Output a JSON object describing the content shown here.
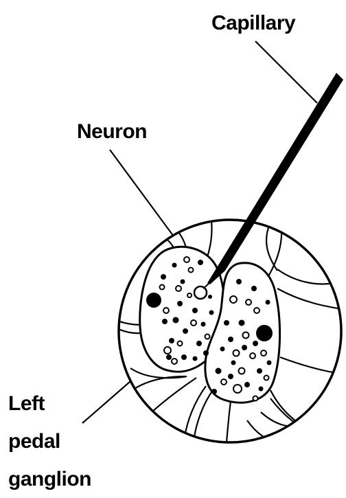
{
  "labels": {
    "capillary": "Capillary",
    "neuron": "Neuron",
    "ganglion": [
      "Left",
      "pedal",
      "ganglion"
    ]
  }
}
